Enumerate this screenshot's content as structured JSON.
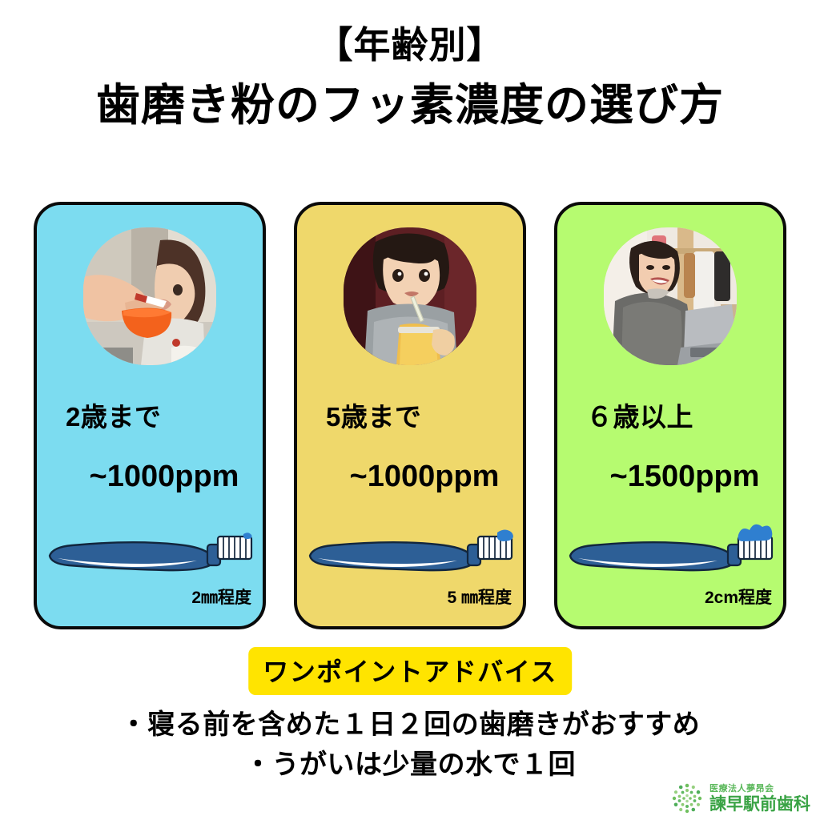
{
  "title": {
    "line1": "【年齢別】",
    "line2": "歯磨き粉のフッ素濃度の選び方"
  },
  "cards": [
    {
      "id": "age-up-to-2",
      "bg_color": "#7cdcf0",
      "age_label": "2歳まで",
      "ppm_label": "~1000ppm",
      "amount_label": "2㎜程度",
      "photo_alt": "baby-being-fed-photo",
      "paste_size": "small"
    },
    {
      "id": "age-up-to-5",
      "bg_color": "#efd86b",
      "age_label": "5歳まで",
      "ppm_label": "~1000ppm",
      "amount_label": "5 ㎜程度",
      "photo_alt": "toddler-drinking-juice-photo",
      "paste_size": "medium"
    },
    {
      "id": "age-6-and-over",
      "bg_color": "#b6fb70",
      "age_label": "６歳以上",
      "ppm_label": "~1500ppm",
      "amount_label": "2cm程度",
      "photo_alt": "adult-woman-with-laptop-photo",
      "paste_size": "large"
    }
  ],
  "advice": {
    "badge_label": "ワンポイントアドバイス",
    "badge_color": "#ffe400",
    "items": [
      "・寝る前を含めた１日２回の歯磨きがおすすめ",
      "・うがいは少量の水で１回"
    ]
  },
  "logo": {
    "org": "医療法人夢昂会",
    "name": "諫早駅前歯科",
    "color": "#3aa345"
  }
}
